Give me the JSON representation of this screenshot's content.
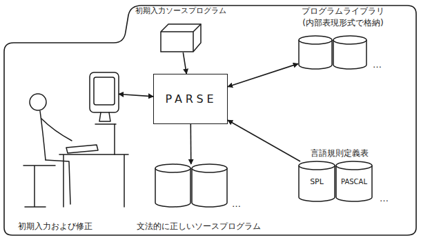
{
  "diagram": {
    "nodes": [
      {
        "text": [
          "初期入力ソースプログラム"
        ]
      },
      {
        "text": [
          "プログラムライブラリ",
          "(内部表現形式で格納)"
        ]
      },
      {
        "text": [
          "PARSE"
        ]
      },
      {
        "text": [
          "言語規則定義表",
          "SPL",
          "PASCAL"
        ]
      },
      {
        "text": [
          "文法的に正しいソースプログラム"
        ]
      },
      {
        "text": [
          "初期入力および修正"
        ]
      }
    ],
    "edges": [
      {
        "from": 0,
        "to": 2,
        "arrow": "to"
      },
      {
        "from": 1,
        "to": 2,
        "arrow": "both"
      },
      {
        "from": 3,
        "to": 2,
        "arrow": "to"
      },
      {
        "from": 2,
        "to": 4,
        "arrow": "to"
      },
      {
        "from": 5,
        "to": 2,
        "arrow": "both"
      }
    ],
    "labels": [
      "…",
      "…",
      "…"
    ]
  }
}
